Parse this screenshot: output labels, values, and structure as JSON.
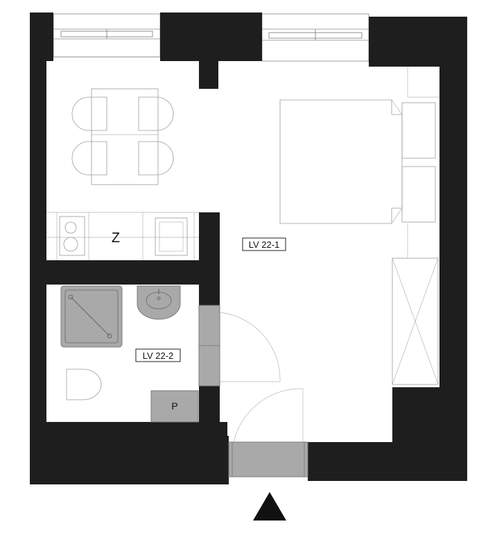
{
  "rooms": {
    "living": {
      "label": "LV 22-1"
    },
    "bathroom": {
      "label": "LV 22-2"
    }
  },
  "fixtures": {
    "kitchen_marker": "Z",
    "utility_marker": "P"
  },
  "icons": {
    "north": "north-arrow-icon"
  },
  "colors": {
    "wall": "#1e1e1e",
    "fill_gray": "#a9a9a9",
    "line": "#9a9a9a"
  }
}
